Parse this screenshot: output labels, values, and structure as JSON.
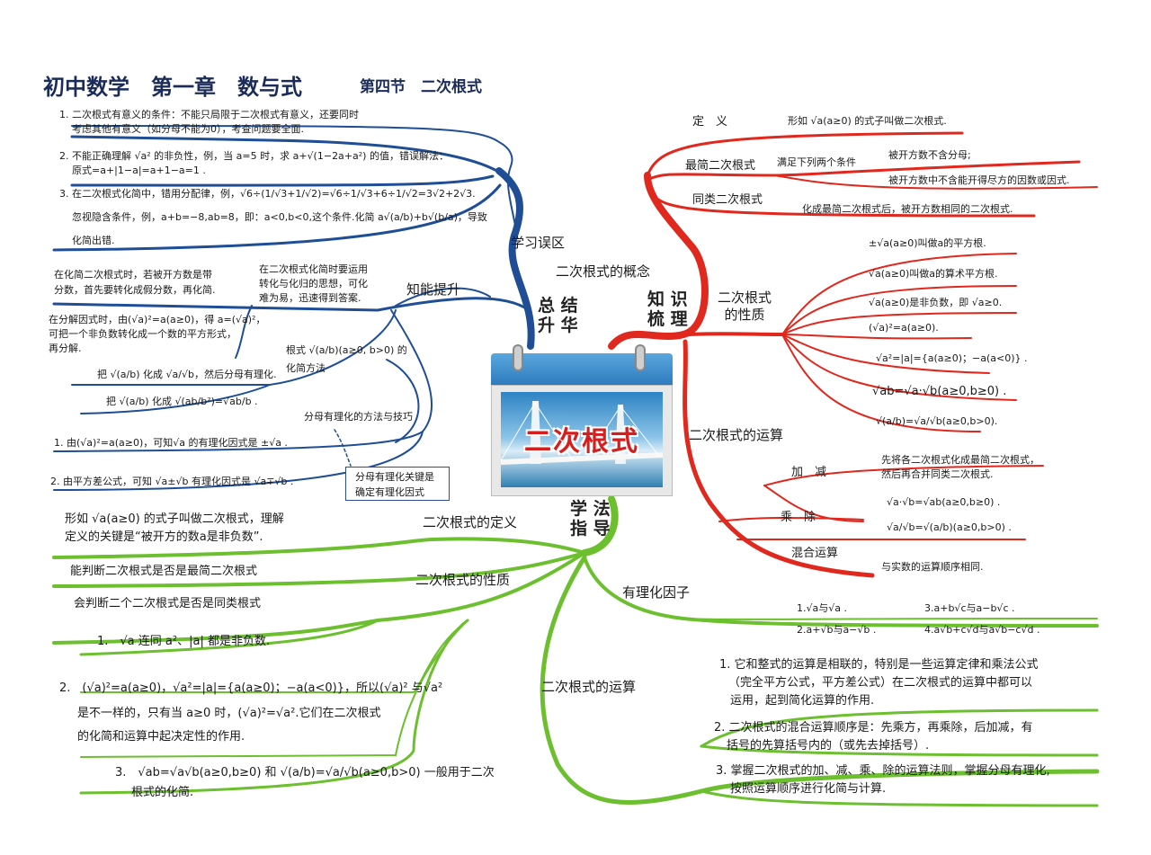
{
  "title": {
    "main": "初中数学　第一章　数与式",
    "section": "第四节　二次根式"
  },
  "center": {
    "label": "二次根式"
  },
  "hubs": {
    "summary": "总 结\n升 华",
    "knowledge": "知 识\n梳 理",
    "method": "学 法\n指 导"
  },
  "colors": {
    "blue": "#1f4e96",
    "red": "#e0281e",
    "green": "#6cbf2e"
  },
  "blue": {
    "mistakes_label": "学习误区",
    "improve_label": "知能提升",
    "mistakes": [
      "1. 二次根式有意义的条件：不能只局限于二次根式有意义，还要同时",
      "考虑其他有意义（如分母不能为0），考查问题要全面.",
      "2. 不能正确理解 √a² 的非负性，例，当 a=5 时，求 a+√(1−2a+a²) 的值，错误解法：",
      "原式=a+|1−a|=a+1−a=1 .",
      "3. 在二次根式化简中，错用分配律，例，√6÷(1/√3+1/√2)=√6÷1/√3+6÷1/√2=3√2+2√3.",
      "忽视隐含条件，例，a+b=−8,ab=8，即：a<0,b<0,这个条件.化简 a√(a/b)+b√(b/a)，导致",
      "化简出错."
    ],
    "improve": [
      "在化简二次根式时，若被开方数是带",
      "分数，首先要转化成假分数，再化简.",
      "在二次根式化简时要运用",
      "转化与化归的思想，可化",
      "难为易，迅速得到答案.",
      "在分解因式时，由(√a)²=a(a≥0)，得 a=(√a)²，",
      "可把一个非负数转化成一个数的平方形式，",
      "再分解.",
      "根式 √(a/b)(a≥0, b>0) 的",
      "化简方法",
      "把 √(a/b) 化成 √a/√b，然后分母有理化.",
      "把 √(a/b) 化成 √(ab/b²)=√ab/b .",
      "分母有理化的方法与技巧",
      "1. 由(√a)²=a(a≥0)，可知√a 的有理化因式是 ±√a .",
      "2. 由平方差公式，可知 √a±√b 有理化因式是 √a∓√b ."
    ],
    "note": [
      "分母有理化关键是",
      "确定有理化因式"
    ]
  },
  "red": {
    "concept_label": "二次根式的概念",
    "props_label": "二次根式\n的性质",
    "ops_label": "二次根式的运算",
    "concept": [
      "定　义",
      "形如 √a(a≥0) 的式子叫做二次根式.",
      "最简二次根式",
      "满足下列两个条件",
      "被开方数不含分母;",
      "被开方数中不含能开得尽方的因数或因式.",
      "同类二次根式",
      "化成最简二次根式后，被开方数相同的二次根式."
    ],
    "props": [
      "±√a(a≥0)叫做a的平方根.",
      "√a(a≥0)叫做a的算术平方根.",
      "√a(a≥0)是非负数，即 √a≥0.",
      "(√a)²=a(a≥0).",
      "√a²=|a|={a(a≥0)；−a(a<0)} .",
      "√ab=√a·√b(a≥0,b≥0) .",
      "√(a/b)=√a/√b(a≥0,b>0)."
    ],
    "ops": [
      "加　减",
      "先将各二次根式化成最简二次根式，",
      "然后再合并同类二次根式.",
      "乘　除",
      "√a·√b=√ab(a≥0,b≥0) .",
      "√a/√b=√(a/b)(a≥0,b>0) .",
      "混合运算",
      "与实数的运算顺序相同."
    ]
  },
  "green": {
    "def_label": "二次根式的定义",
    "prop_label": "二次根式的性质",
    "rational_label": "有理化因子",
    "ops_label": "二次根式的运算",
    "def": [
      "形如 √a(a≥0) 的式子叫做二次根式，理解",
      "定义的关键是“被开方的数a是非负数”."
    ],
    "judge": [
      "能判断二次根式是否是最简二次根式",
      "会判断二个二次根式是否是同类根式"
    ],
    "prop": [
      "1.　√a 连同 a²、|a| 都是非负数.",
      "2.　(√a)²=a(a≥0)，√a²=|a|={a(a≥0)；−a(a<0)}，所以(√a)² 与√a²",
      "是不一样的，只有当 a≥0 时，(√a)²=√a².它们在二次根式",
      "的化简和运算中起决定性的作用.",
      "3.　√ab=√a√b(a≥0,b≥0) 和 √(a/b)=√a/√b(a≥0,b>0) 一般用于二次",
      "根式的化简."
    ],
    "rational": [
      "1.√a与√a .",
      "2.a+√b与a−√b .",
      "3.a+b√c与a−b√c .",
      "4.a√b+c√d与a√b−c√d ."
    ],
    "ops": [
      "1. 它和整式的运算是相联的，特别是一些运算定律和乘法公式",
      "（完全平方公式，平方差公式）在二次根式的运算中都可以",
      "运用，起到简化运算的作用.",
      "2. 二次根式的混合运算顺序是：先乘方，再乘除，后加减，有",
      "括号的先算括号内的（或先去掉括号）.",
      "3. 掌握二次根式的加、减、乘、除的运算法则，掌握分母有理化,",
      "按照运算顺序进行化简与计算."
    ]
  }
}
